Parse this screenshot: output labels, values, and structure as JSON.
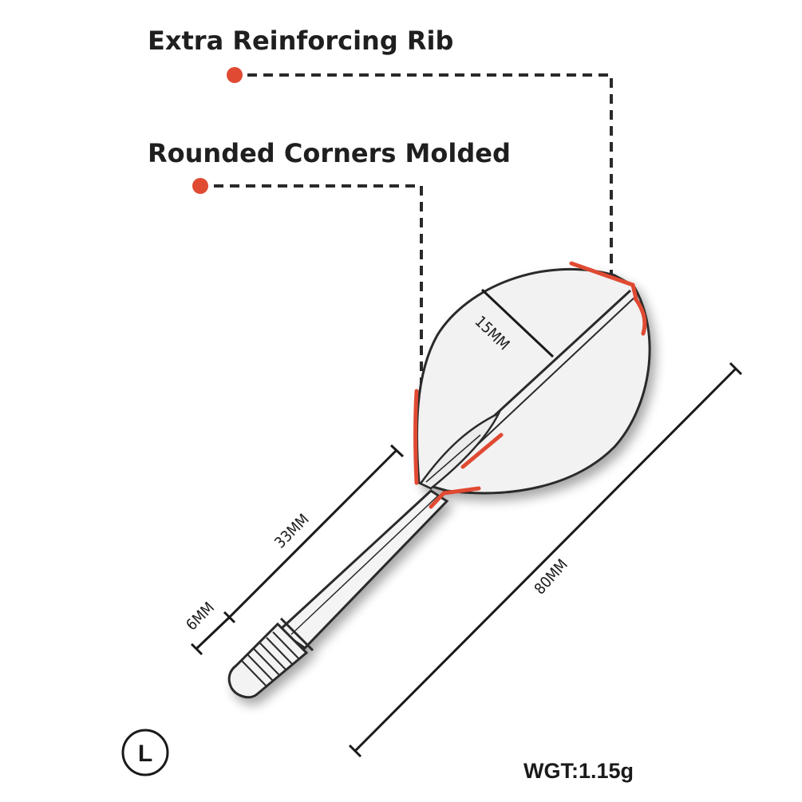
{
  "callouts": {
    "reinforcing_rib": "Extra Reinforcing Rib",
    "rounded_corners": "Rounded Corners Molded"
  },
  "dimensions": {
    "flight_width": "15MM",
    "stem_length": "33MM",
    "thread_length": "6MM",
    "overall_length": "80MM"
  },
  "size_badge": "L",
  "weight": "WGT:1.15g",
  "colors": {
    "accent": "#e04a32",
    "line": "#2a2a2a",
    "flight_fill": "#f2f2f2"
  }
}
